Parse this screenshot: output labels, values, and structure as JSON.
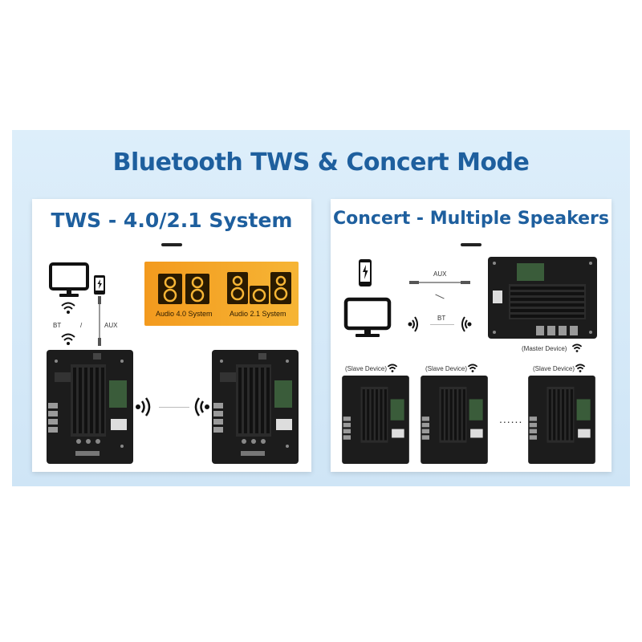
{
  "title": "Bluetooth TWS & Concert Mode",
  "tws": {
    "title": "TWS - 4.0/2.1 System",
    "label_bt": "BT",
    "label_slash": "/",
    "label_aux": "AUX",
    "system_40": "Audio 4.0 System",
    "system_21": "Audio 2.1 System"
  },
  "concert": {
    "title": "Concert - Multiple Speakers",
    "label_aux": "AUX",
    "label_bt": "BT",
    "master": "(Master Device)",
    "slave": "(Slave Device)",
    "ellipsis": "......"
  },
  "colors": {
    "title_blue": "#1e5f9e",
    "banner": "#d8ebf8",
    "orange": "#f4a62a",
    "board": "#1c1c1c"
  }
}
